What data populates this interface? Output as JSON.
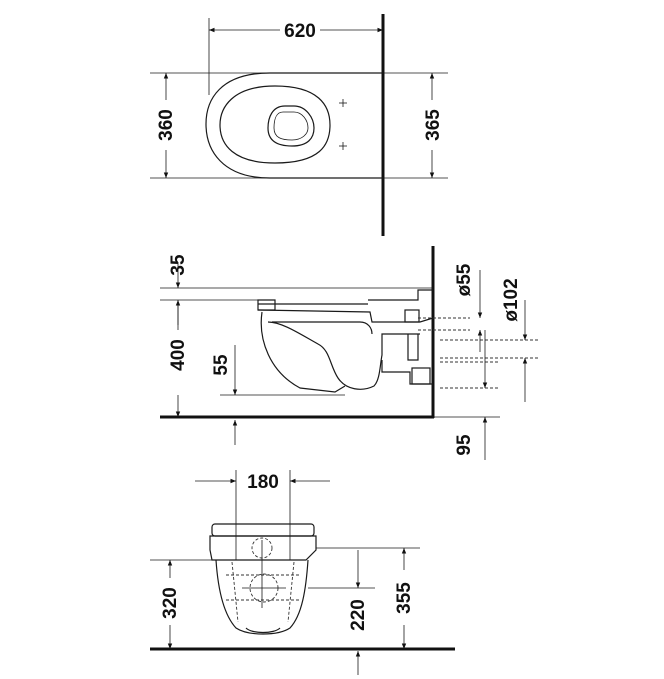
{
  "dimensions": {
    "top_width": "620",
    "top_depth_left": "360",
    "top_depth_right": "365",
    "side_top_offset": "35",
    "side_height": "400",
    "side_inner": "55",
    "side_pipe_55": "ø55",
    "side_pipe_102": "ø102",
    "side_floor_offset": "95",
    "front_width": "180",
    "front_height_left": "320",
    "front_height_inner": "220",
    "front_height_right": "355"
  },
  "colors": {
    "line": "#1a1a1a",
    "background": "#ffffff"
  }
}
